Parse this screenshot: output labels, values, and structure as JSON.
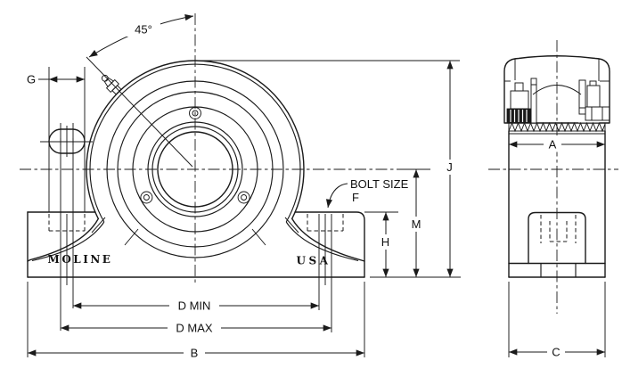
{
  "drawing": {
    "description_labels": {
      "angle": "45°",
      "g": "G",
      "bolt_size_line1": "BOLT SIZE",
      "bolt_size_line2": "F",
      "j": "J",
      "m": "M",
      "h": "H",
      "d_min": "D MIN",
      "d_max": "D MAX",
      "b": "B",
      "a": "A",
      "c": "C"
    },
    "cast_text": {
      "brand": "MOLINE",
      "origin": "USA"
    },
    "colors": {
      "line": "#1a1a1a",
      "background": "#ffffff"
    }
  }
}
